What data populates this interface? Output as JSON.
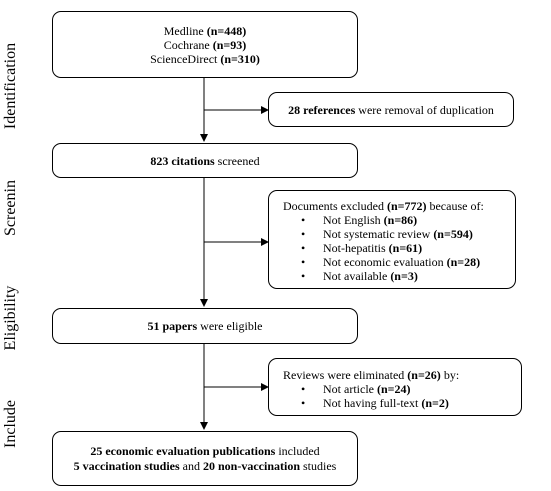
{
  "stages": [
    "Identification",
    "Screenin",
    "Eligibility",
    "Include"
  ],
  "identification": {
    "sources": [
      {
        "name": "Medline",
        "count": "(n=448)"
      },
      {
        "name": "Cochrane",
        "count": "(n=93)"
      },
      {
        "name": "ScienceDirect",
        "count": "(n=310)"
      }
    ]
  },
  "duplication": {
    "bold": "28 references",
    "rest": " were removal of duplication"
  },
  "screened": {
    "bold": "823 citations",
    "rest": " screened"
  },
  "excluded": {
    "header_pre": "Documents excluded ",
    "header_bold": "(n=772)",
    "header_post": " because of:",
    "items": [
      {
        "text": "Not English ",
        "count": "(n=86)"
      },
      {
        "text": "Not systematic review ",
        "count": "(n=594)"
      },
      {
        "text": "Not-hepatitis ",
        "count": "(n=61)"
      },
      {
        "text": "Not economic evaluation ",
        "count": "(n=28)"
      },
      {
        "text": "Not available ",
        "count": "(n=3)"
      }
    ]
  },
  "eligible": {
    "bold": "51 papers",
    "rest": " were eligible"
  },
  "eliminated": {
    "header_pre": "Reviews were eliminated ",
    "header_bold": "(n=26)",
    "header_post": " by:",
    "items": [
      {
        "text": "Not article ",
        "count": "(n=24)"
      },
      {
        "text": "Not having full-text ",
        "count": "(n=2)"
      }
    ]
  },
  "included": {
    "line1_bold": "25 economic evaluation publications",
    "line1_rest": " included",
    "line2_bold1": "5 vaccination studies",
    "line2_mid": " and ",
    "line2_bold2": "20 non-vaccination",
    "line2_rest": " studies"
  }
}
